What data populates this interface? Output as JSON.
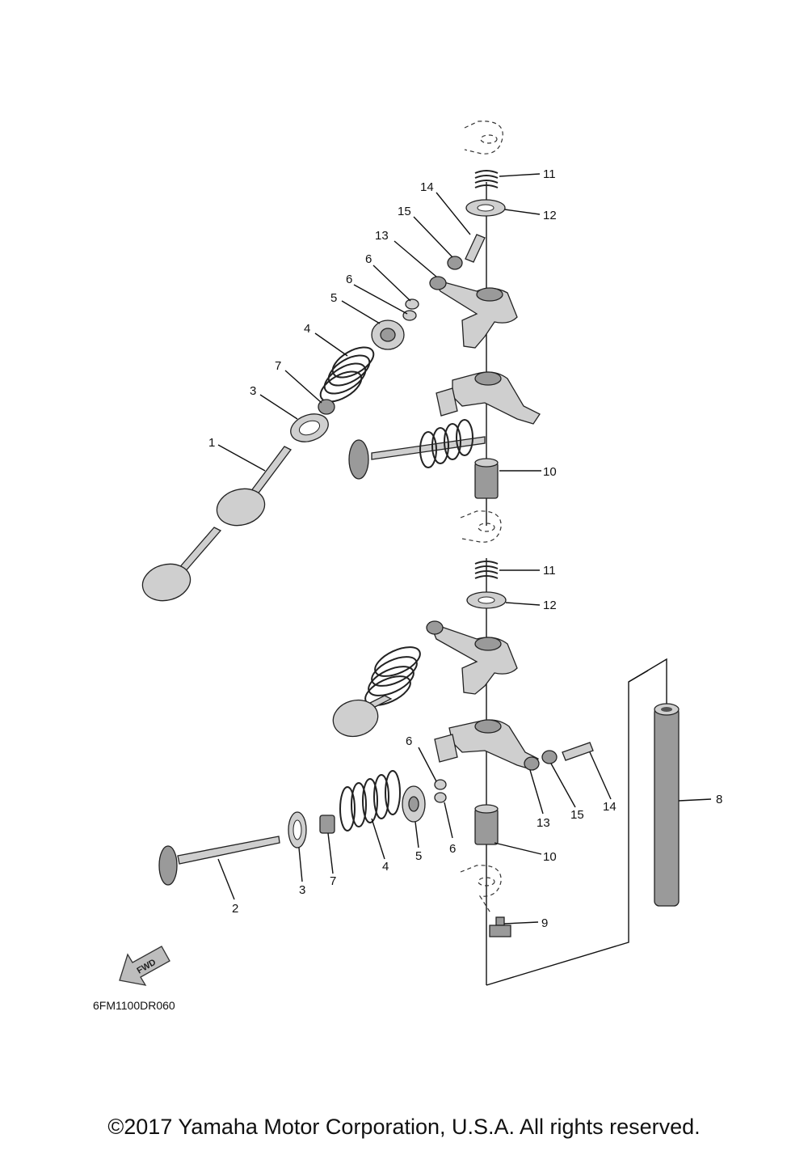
{
  "diagram": {
    "drawing_code": "6FM1100DR060",
    "fwd_label": "FWD",
    "callouts": [
      "1",
      "2",
      "3",
      "3",
      "4",
      "4",
      "5",
      "5",
      "6",
      "6",
      "6",
      "6",
      "7",
      "7",
      "8",
      "9",
      "10",
      "10",
      "11",
      "11",
      "12",
      "12",
      "13",
      "13",
      "14",
      "14",
      "15",
      "15"
    ]
  },
  "footer": {
    "copyright": "©2017 Yamaha Motor Corporation, U.S.A. All rights reserved."
  }
}
